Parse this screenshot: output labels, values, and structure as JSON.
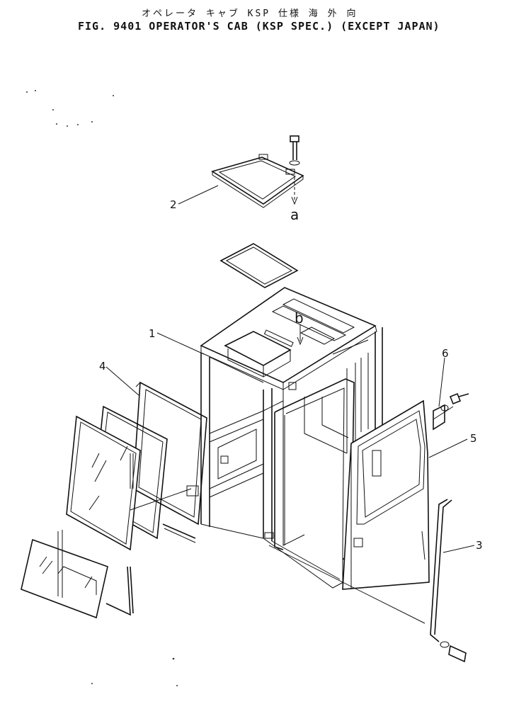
{
  "figure": {
    "title_jp": "オペレータ キャブ KSP 仕様     海 外 向",
    "title_en": "FIG. 9401  OPERATOR'S CAB (KSP SPEC.) (EXCEPT JAPAN)"
  },
  "callouts": [
    "1",
    "2",
    "3",
    "4",
    "5",
    "6"
  ],
  "view_markers": [
    "a",
    "b"
  ]
}
